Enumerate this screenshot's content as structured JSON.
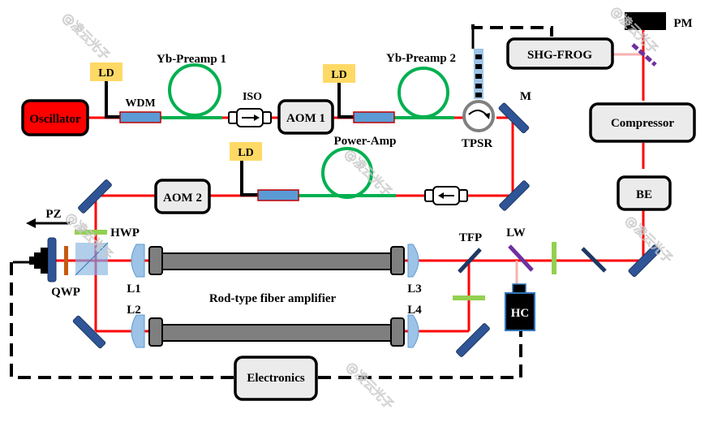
{
  "diagram": {
    "components": {
      "oscillator": "Oscillator",
      "ld1": "LD",
      "wdm": "WDM",
      "yb_preamp1": "Yb-Preamp 1",
      "iso": "ISO",
      "aom1": "AOM 1",
      "ld2": "LD",
      "yb_preamp2": "Yb-Preamp 2",
      "tpsr": "TPSR",
      "mirror_m": "M",
      "shg_frog": "SHG-FROG",
      "pm": "PM",
      "compressor": "Compressor",
      "power_amp": "Power-Amp",
      "ld3": "LD",
      "aom2": "AOM 2",
      "be": "BE",
      "pz": "PZ",
      "hwp": "HWP",
      "qwp": "QWP",
      "l1": "L1",
      "l2": "L2",
      "l3": "L3",
      "l4": "L4",
      "rod_amp": "Rod-type fiber amplifier",
      "tfp": "TFP",
      "lw": "LW",
      "hc": "HC",
      "electronics": "Electronics"
    },
    "watermark": "@凌云光子",
    "colors": {
      "beam": "#ff0000",
      "fiber": "#00b050",
      "ld": "#ffd966",
      "oscillator": "#ff0000",
      "mirror": "#2f5597",
      "lens": "#9dc3e6",
      "waveplate_hwp": "#92d050",
      "waveplate_qwp": "#c55a11",
      "rod": "#7f7f7f",
      "lw": "#7030a0"
    }
  }
}
